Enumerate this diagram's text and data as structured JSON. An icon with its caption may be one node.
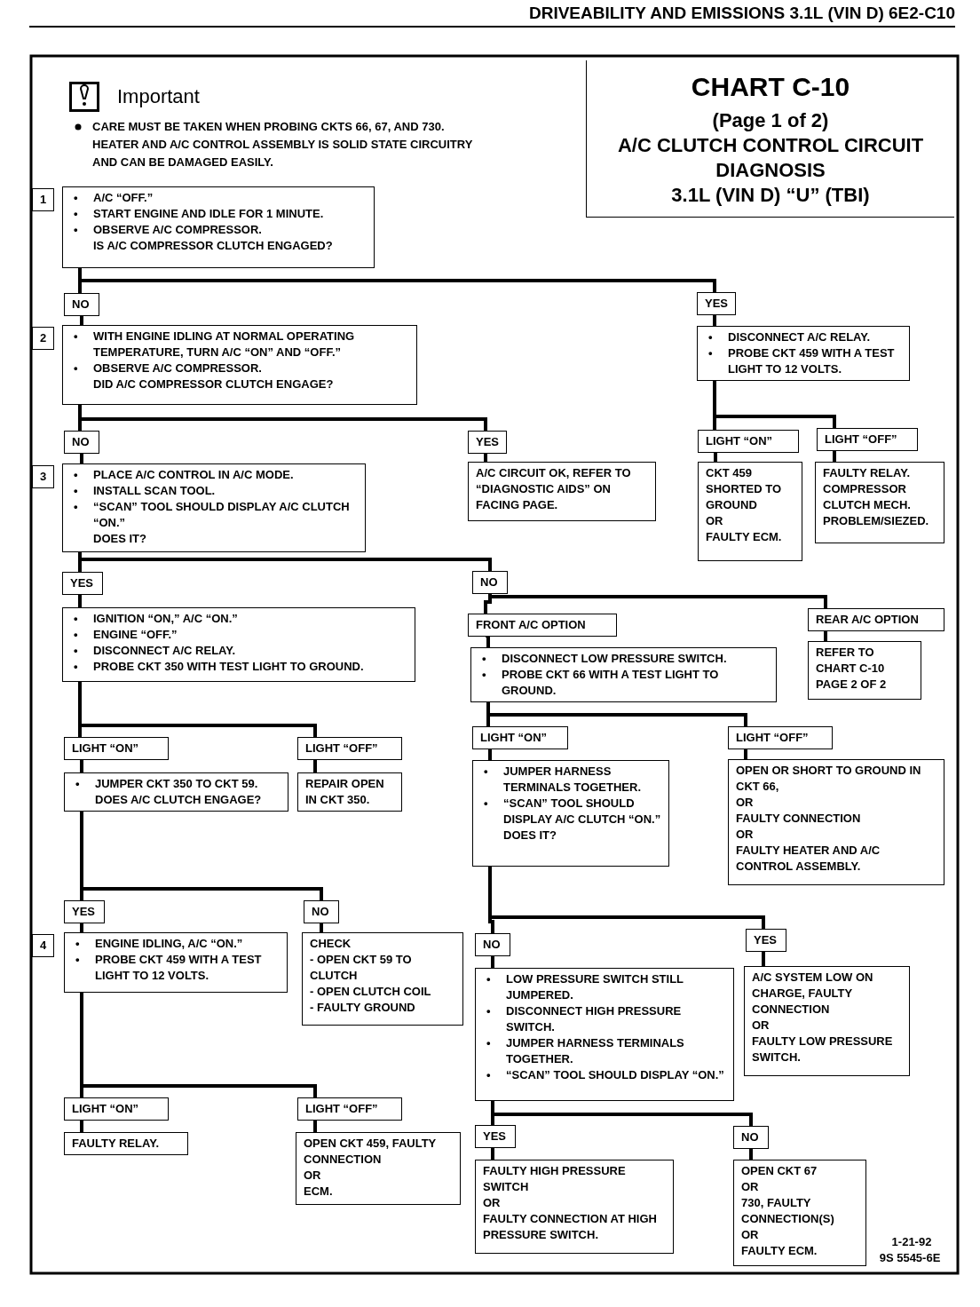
{
  "diagram": {
    "title": "DRIVEABILITY AND EMISSIONS 3.1L (VIN D) 6E2-C10",
    "nodes": [
      {
        "text": [
          "CHART C-10",
          "(Page 1 of 2)",
          "A/C CLUTCH CONTROL CIRCUIT DIAGNOSIS",
          "3.1L (VIN D) “U” (TBI)"
        ]
      },
      {
        "text": [
          "1"
        ]
      },
      {
        "text": [
          "• A/C “OFF.”",
          "• START ENGINE AND IDLE FOR 1 MINUTE.",
          "• OBSERVE A/C COMPRESSOR.",
          "IS A/C COMPRESSOR CLUTCH ENGAGED?"
        ]
      },
      {
        "text": [
          "NO"
        ]
      },
      {
        "text": [
          "YES"
        ]
      },
      {
        "text": [
          "2"
        ]
      },
      {
        "text": [
          "• WITH ENGINE IDLING AT NORMAL OPERATING TEMPERATURE, TURN A/C “ON” AND “OFF.”",
          "• OBSERVE A/C COMPRESSOR.",
          "DID A/C COMPRESSOR CLUTCH ENGAGE?"
        ]
      },
      {
        "text": [
          "• DISCONNECT A/C RELAY.",
          "• PROBE CKT 459 WITH A TEST LIGHT TO 12 VOLTS."
        ]
      },
      {
        "text": [
          "LIGHT “ON”"
        ]
      },
      {
        "text": [
          "LIGHT “OFF”"
        ]
      },
      {
        "text": [
          "CKT 459 SHORTED TO GROUND",
          "OR",
          "FAULTY ECM."
        ]
      },
      {
        "text": [
          "FAULTY RELAY. COMPRESSOR CLUTCH MECH. PROBLEM/SIEZED."
        ]
      },
      {
        "text": [
          "NO"
        ]
      },
      {
        "text": [
          "YES"
        ]
      },
      {
        "text": [
          "3"
        ]
      },
      {
        "text": [
          "• PLACE A/C CONTROL IN A/C MODE.",
          "• INSTALL SCAN TOOL.",
          "• “SCAN” TOOL SHOULD DISPLAY A/C CLUTCH “ON.”",
          "DOES IT?"
        ]
      },
      {
        "text": [
          "A/C CIRCUIT OK, REFER TO “DIAGNOSTIC AIDS” ON FACING PAGE."
        ]
      },
      {
        "text": [
          "YES"
        ]
      },
      {
        "text": [
          "NO"
        ]
      },
      {
        "text": [
          "• IGNITION “ON,” A/C “ON.”",
          "• ENGINE “OFF.”",
          "• DISCONNECT A/C RELAY.",
          "• PROBE CKT 350 WITH TEST LIGHT TO GROUND."
        ]
      },
      {
        "text": [
          "FRONT A/C OPTION"
        ]
      },
      {
        "text": [
          "REAR A/C OPTION"
        ]
      },
      {
        "text": [
          "• DISCONNECT LOW PRESSURE SWITCH.",
          "• PROBE CKT 66 WITH A TEST LIGHT TO GROUND."
        ]
      },
      {
        "text": [
          "REFER TO CHART C-10 PAGE 2 OF 2"
        ]
      },
      {
        "text": [
          "LIGHT “ON”"
        ]
      },
      {
        "text": [
          "LIGHT “OFF”"
        ]
      },
      {
        "text": [
          "• JUMPER CKT 350 TO CKT 59.",
          "DOES A/C CLUTCH ENGAGE?"
        ]
      },
      {
        "text": [
          "REPAIR OPEN IN CKT 350."
        ]
      },
      {
        "text": [
          "LIGHT “ON”"
        ]
      },
      {
        "text": [
          "LIGHT “OFF”"
        ]
      },
      {
        "text": [
          "• JUMPER HARNESS TERMINALS TOGETHER.",
          "• “SCAN” TOOL SHOULD DISPLAY A/C CLUTCH “ON.”",
          "DOES IT?"
        ]
      },
      {
        "text": [
          "OPEN OR SHORT TO GROUND IN CKT 66,",
          "OR",
          "FAULTY CONNECTION",
          "OR",
          "FAULTY HEATER AND A/C CONTROL ASSEMBLY."
        ]
      },
      {
        "text": [
          "YES"
        ]
      },
      {
        "text": [
          "NO"
        ]
      },
      {
        "text": [
          "4"
        ]
      },
      {
        "text": [
          "• ENGINE IDLING, A/C “ON.”",
          "• PROBE CKT 459 WITH A TEST LIGHT TO 12 VOLTS."
        ]
      },
      {
        "text": [
          "CHECK",
          "- OPEN CKT 59 TO CLUTCH",
          "- OPEN CLUTCH COIL",
          "- FAULTY GROUND"
        ]
      },
      {
        "text": [
          "NO"
        ]
      },
      {
        "text": [
          "YES"
        ]
      },
      {
        "text": [
          "• LOW PRESSURE SWITCH STILL JUMPERED.",
          "• DISCONNECT HIGH PRESSURE SWITCH.",
          "• JUMPER HARNESS TERMINALS TOGETHER.",
          "• “SCAN” TOOL SHOULD DISPLAY “ON.”"
        ]
      },
      {
        "text": [
          "A/C SYSTEM LOW ON CHARGE, FAULTY CONNECTION",
          "OR",
          "FAULTY LOW PRESSURE SWITCH."
        ]
      },
      {
        "text": [
          "LIGHT “ON”"
        ]
      },
      {
        "text": [
          "LIGHT “OFF”"
        ]
      },
      {
        "text": [
          "FAULTY RELAY."
        ]
      },
      {
        "text": [
          "OPEN CKT 459, FAULTY CONNECTION",
          "OR",
          "ECM."
        ]
      },
      {
        "text": [
          "YES"
        ]
      },
      {
        "text": [
          "NO"
        ]
      },
      {
        "text": [
          "FAULTY HIGH PRESSURE SWITCH",
          "OR",
          "FAULTY CONNECTION AT HIGH PRESSURE SWITCH."
        ]
      },
      {
        "text": [
          "OPEN CKT 67",
          "OR",
          "730, FAULTY CONNECTION(S)",
          "OR",
          "FAULTY ECM."
        ]
      }
    ],
    "edges": [
      {
        "from": 2,
        "to": 3,
        "arrow": "none"
      },
      {
        "from": 2,
        "to": 4,
        "arrow": "none"
      },
      {
        "from": 4,
        "to": 7,
        "arrow": "none"
      },
      {
        "from": 7,
        "to": 8,
        "arrow": "none"
      },
      {
        "from": 7,
        "to": 9,
        "arrow": "none"
      },
      {
        "from": 8,
        "to": 10,
        "arrow": "none"
      },
      {
        "from": 9,
        "to": 11,
        "arrow": "none"
      },
      {
        "from": 3,
        "to": 6,
        "arrow": "none"
      },
      {
        "from": 6,
        "to": 12,
        "arrow": "none"
      },
      {
        "from": 6,
        "to": 13,
        "arrow": "none"
      },
      {
        "from": 13,
        "to": 16,
        "arrow": "none"
      },
      {
        "from": 12,
        "to": 15,
        "arrow": "none"
      },
      {
        "from": 15,
        "to": 17,
        "arrow": "none"
      },
      {
        "from": 15,
        "to": 18,
        "arrow": "none"
      },
      {
        "from": 17,
        "to": 19,
        "arrow": "none"
      },
      {
        "from": 18,
        "to": 20,
        "arrow": "none"
      },
      {
        "from": 18,
        "to": 21,
        "arrow": "none"
      },
      {
        "from": 20,
        "to": 22,
        "arrow": "none"
      },
      {
        "from": 21,
        "to": 23,
        "arrow": "none"
      },
      {
        "from": 19,
        "to": 24,
        "arrow": "none"
      },
      {
        "from": 19,
        "to": 25,
        "arrow": "none"
      },
      {
        "from": 24,
        "to": 26,
        "arrow": "none"
      },
      {
        "from": 25,
        "to": 27,
        "arrow": "none"
      },
      {
        "from": 22,
        "to": 28,
        "arrow": "none"
      },
      {
        "from": 22,
        "to": 29,
        "arrow": "none"
      },
      {
        "from": 28,
        "to": 30,
        "arrow": "none"
      },
      {
        "from": 29,
        "to": 31,
        "arrow": "none"
      },
      {
        "from": 26,
        "to": 32,
        "arrow": "none"
      },
      {
        "from": 26,
        "to": 33,
        "arrow": "none"
      },
      {
        "from": 32,
        "to": 35,
        "arrow": "none"
      },
      {
        "from": 33,
        "to": 36,
        "arrow": "none"
      },
      {
        "from": 30,
        "to": 37,
        "arrow": "none"
      },
      {
        "from": 30,
        "to": 38,
        "arrow": "none"
      },
      {
        "from": 37,
        "to": 39,
        "arrow": "none"
      },
      {
        "from": 38,
        "to": 40,
        "arrow": "none"
      },
      {
        "from": 35,
        "to": 41,
        "arrow": "none"
      },
      {
        "from": 35,
        "to": 42,
        "arrow": "none"
      },
      {
        "from": 41,
        "to": 43,
        "arrow": "none"
      },
      {
        "from": 42,
        "to": 44,
        "arrow": "none"
      },
      {
        "from": 39,
        "to": 45,
        "arrow": "none"
      },
      {
        "from": 39,
        "to": 46,
        "arrow": "none"
      },
      {
        "from": 45,
        "to": 47,
        "arrow": "none"
      },
      {
        "from": 46,
        "to": 48,
        "arrow": "none"
      }
    ],
    "labels": [
      "Important",
      "CARE MUST BE TAKEN WHEN PROBING CKTS 66, 67, AND 730. HEATER AND A/C CONTROL ASSEMBLY IS SOLID STATE CIRCUITRY AND CAN BE DAMAGED EASILY.",
      "1-21-92",
      "9S 5545-6E"
    ]
  }
}
